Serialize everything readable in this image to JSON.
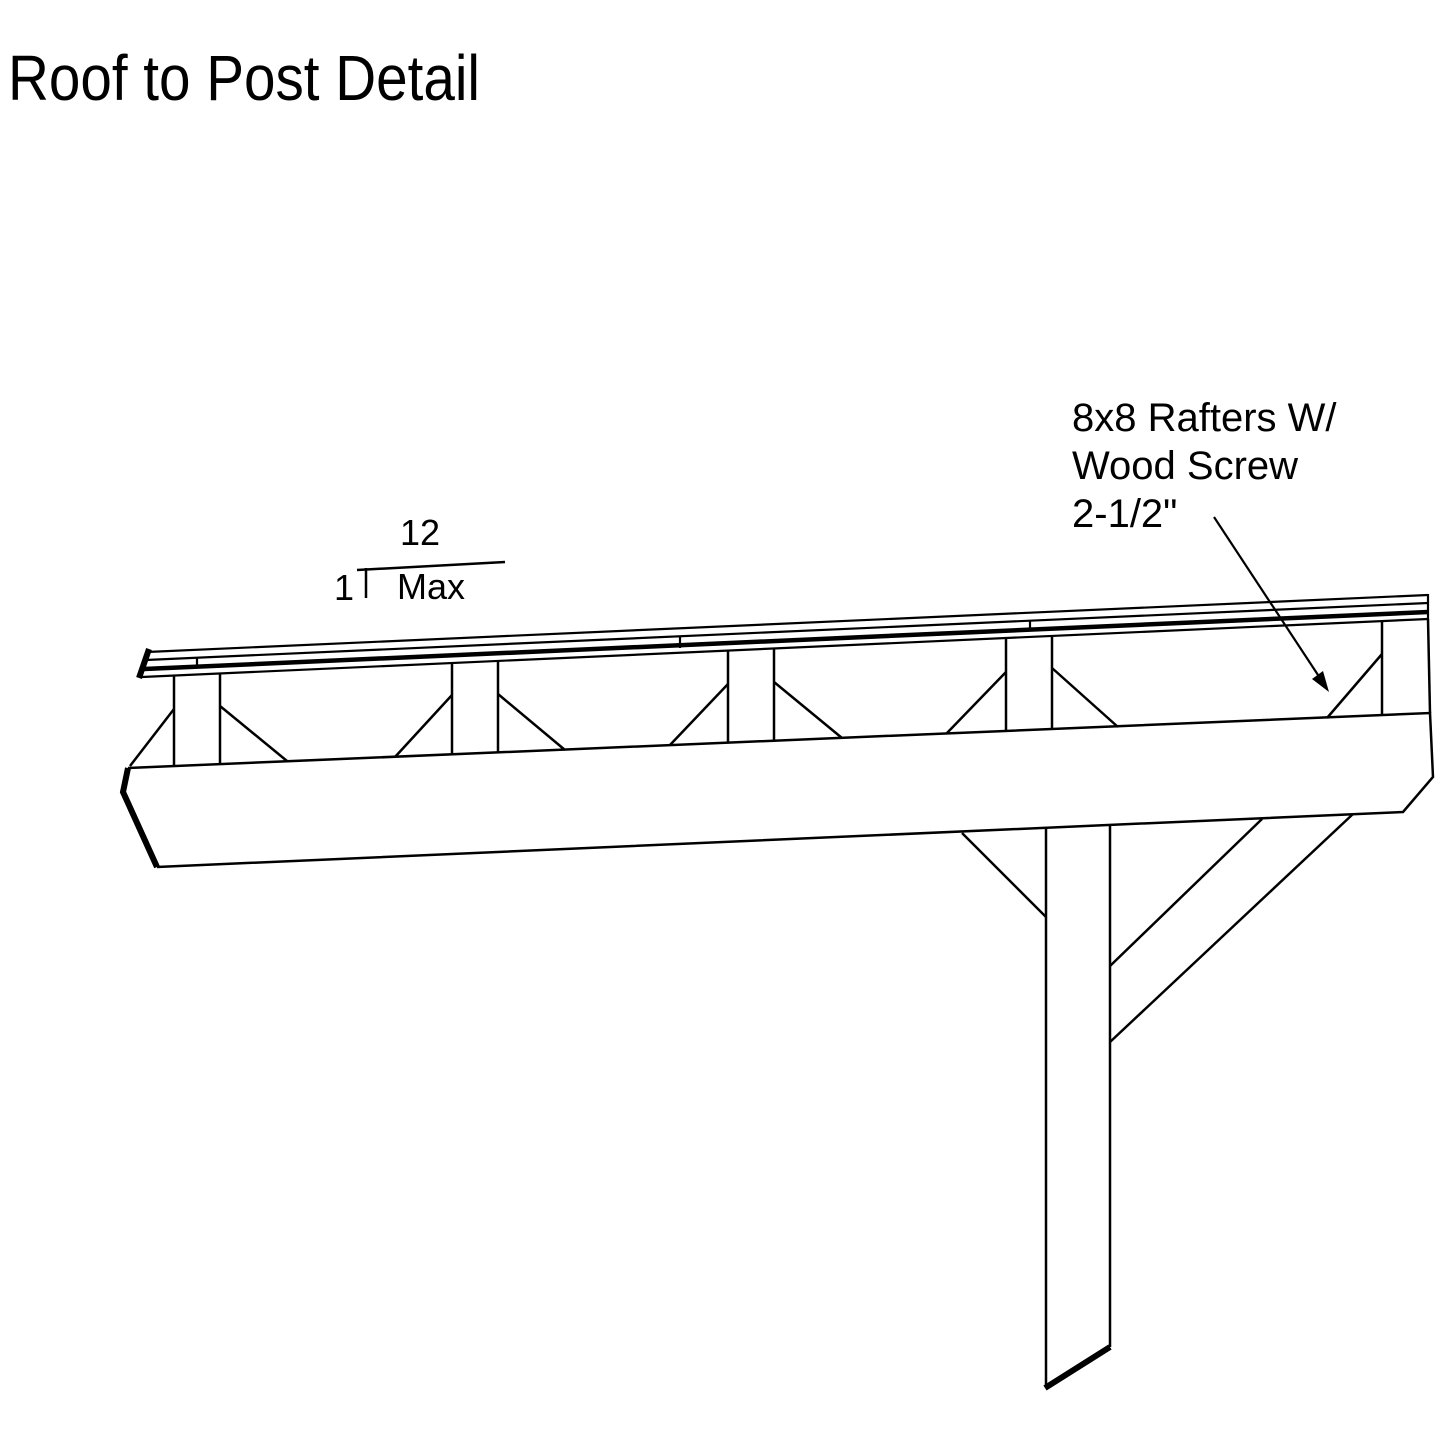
{
  "page": {
    "background": "#ffffff",
    "line_color": "#000000"
  },
  "title": "Roof to Post Detail",
  "slope_indicator": {
    "rise": "12",
    "run": "1",
    "suffix": "Max"
  },
  "callout": {
    "line1": "8x8 Rafters W/",
    "line2": "Wood Screw",
    "line3": "2-1/2\""
  }
}
